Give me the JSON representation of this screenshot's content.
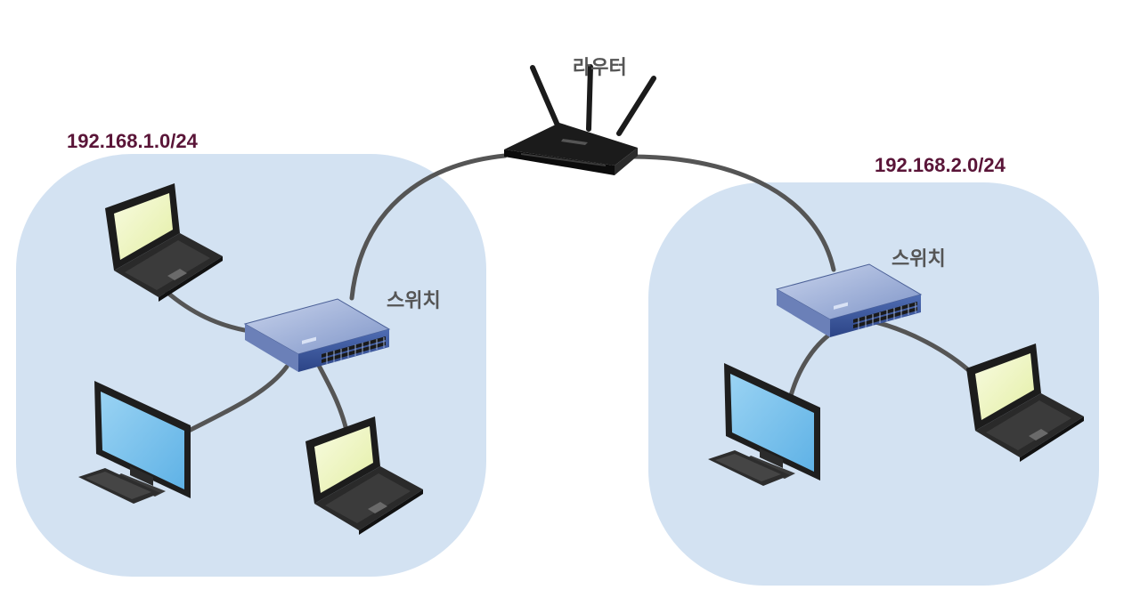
{
  "router": {
    "label": "라우터"
  },
  "networks": [
    {
      "subnet": "192.168.1.0/24",
      "switch_label": "스위치"
    },
    {
      "subnet": "192.168.2.0/24",
      "switch_label": "스위치"
    }
  ],
  "colors": {
    "subnet_bg": "#d3e2f2",
    "cable": "#555555",
    "subnet_label": "#5a1538",
    "device_label": "#555555",
    "switch_top": "#9fb1d8",
    "switch_front": "#3d5aa0",
    "screen_laptop": "#f1f6c9",
    "screen_monitor": "#7ec4ee",
    "router_body": "#1b1b1b"
  },
  "icons": [
    "router-icon",
    "switch-icon",
    "laptop-icon",
    "monitor-icon"
  ]
}
